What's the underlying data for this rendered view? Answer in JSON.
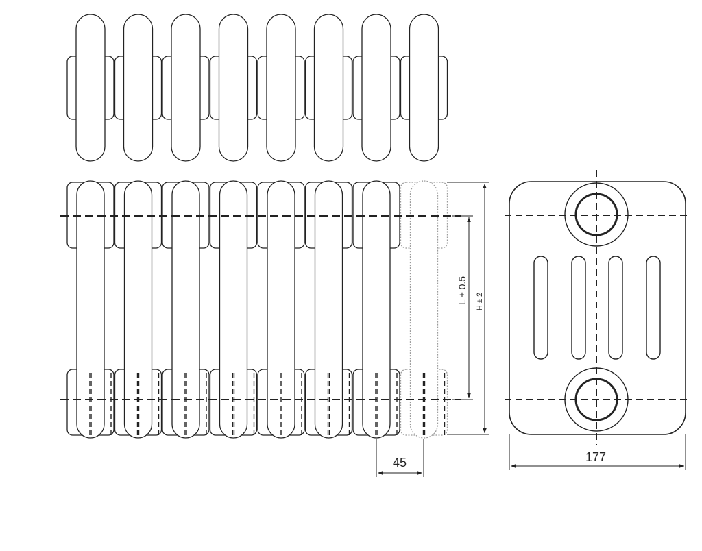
{
  "labels": {
    "section_pitch": "45",
    "depth": "177",
    "axis_distance": "L ± 0.5",
    "height": "H ± 2"
  },
  "front_view": {
    "section_count": 8,
    "ghost_section_count": 1
  },
  "top_view": {
    "section_count": 8
  },
  "side_view": {
    "connection_count": 2,
    "slot_count": 4
  },
  "colors": {
    "line": "#222222",
    "ghost_line": "#9a9a9a",
    "background": "#ffffff"
  }
}
